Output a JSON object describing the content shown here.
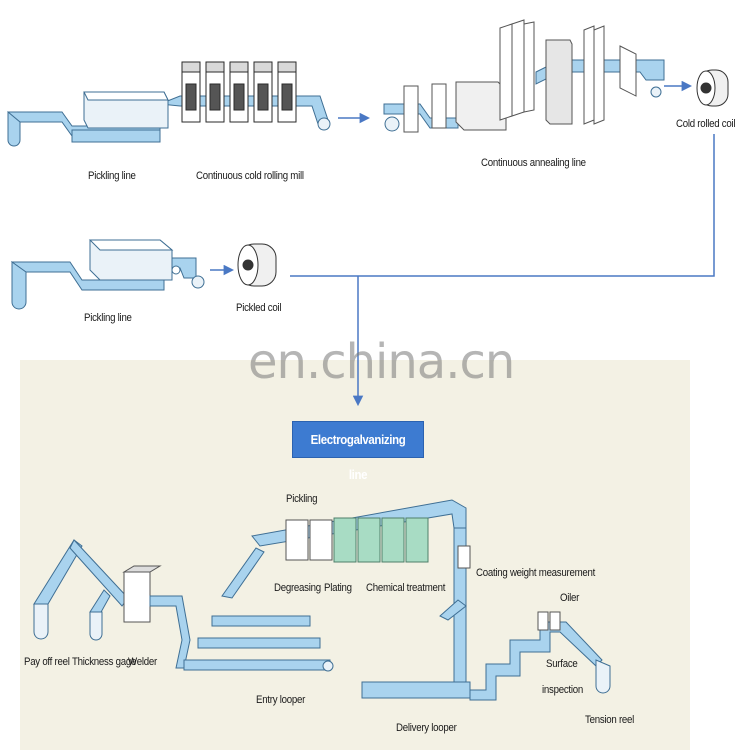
{
  "top_row": {
    "pickling_line": "Pickling line",
    "cold_rolling_mill": "Continuous cold rolling mill",
    "annealing_line": "Continuous annealing line",
    "cold_rolled_coil": "Cold rolled coil"
  },
  "middle_row": {
    "pickling_line": "Pickling line",
    "pickled_coil": "Pickled coil"
  },
  "watermark": "en.china.cn",
  "electrogalvanizing": {
    "title": "Electrogalvanizing line",
    "labels": {
      "pickling": "Pickling",
      "degreasing": "Degreasing",
      "plating": "Plating",
      "chemical_treatment": "Chemical treatment",
      "coating_weight": "Coating weight measurement",
      "oiler": "Oiler",
      "surface": "Surface",
      "inspection": "inspection",
      "tension_reel": "Tension reel",
      "pay_off_reel": "Pay off reel",
      "thickness_gage": "Thickness gage",
      "welder": "Welder",
      "entry_looper": "Entry looper",
      "delivery_looper": "Delivery looper"
    }
  },
  "colors": {
    "strip": "#a9d3ee",
    "strip_edge": "#3f6f94",
    "arrow": "#4a78c4",
    "tank": "#a8dcc4",
    "panel": "#f3f1e4",
    "title_bg": "#3d7bd1"
  }
}
